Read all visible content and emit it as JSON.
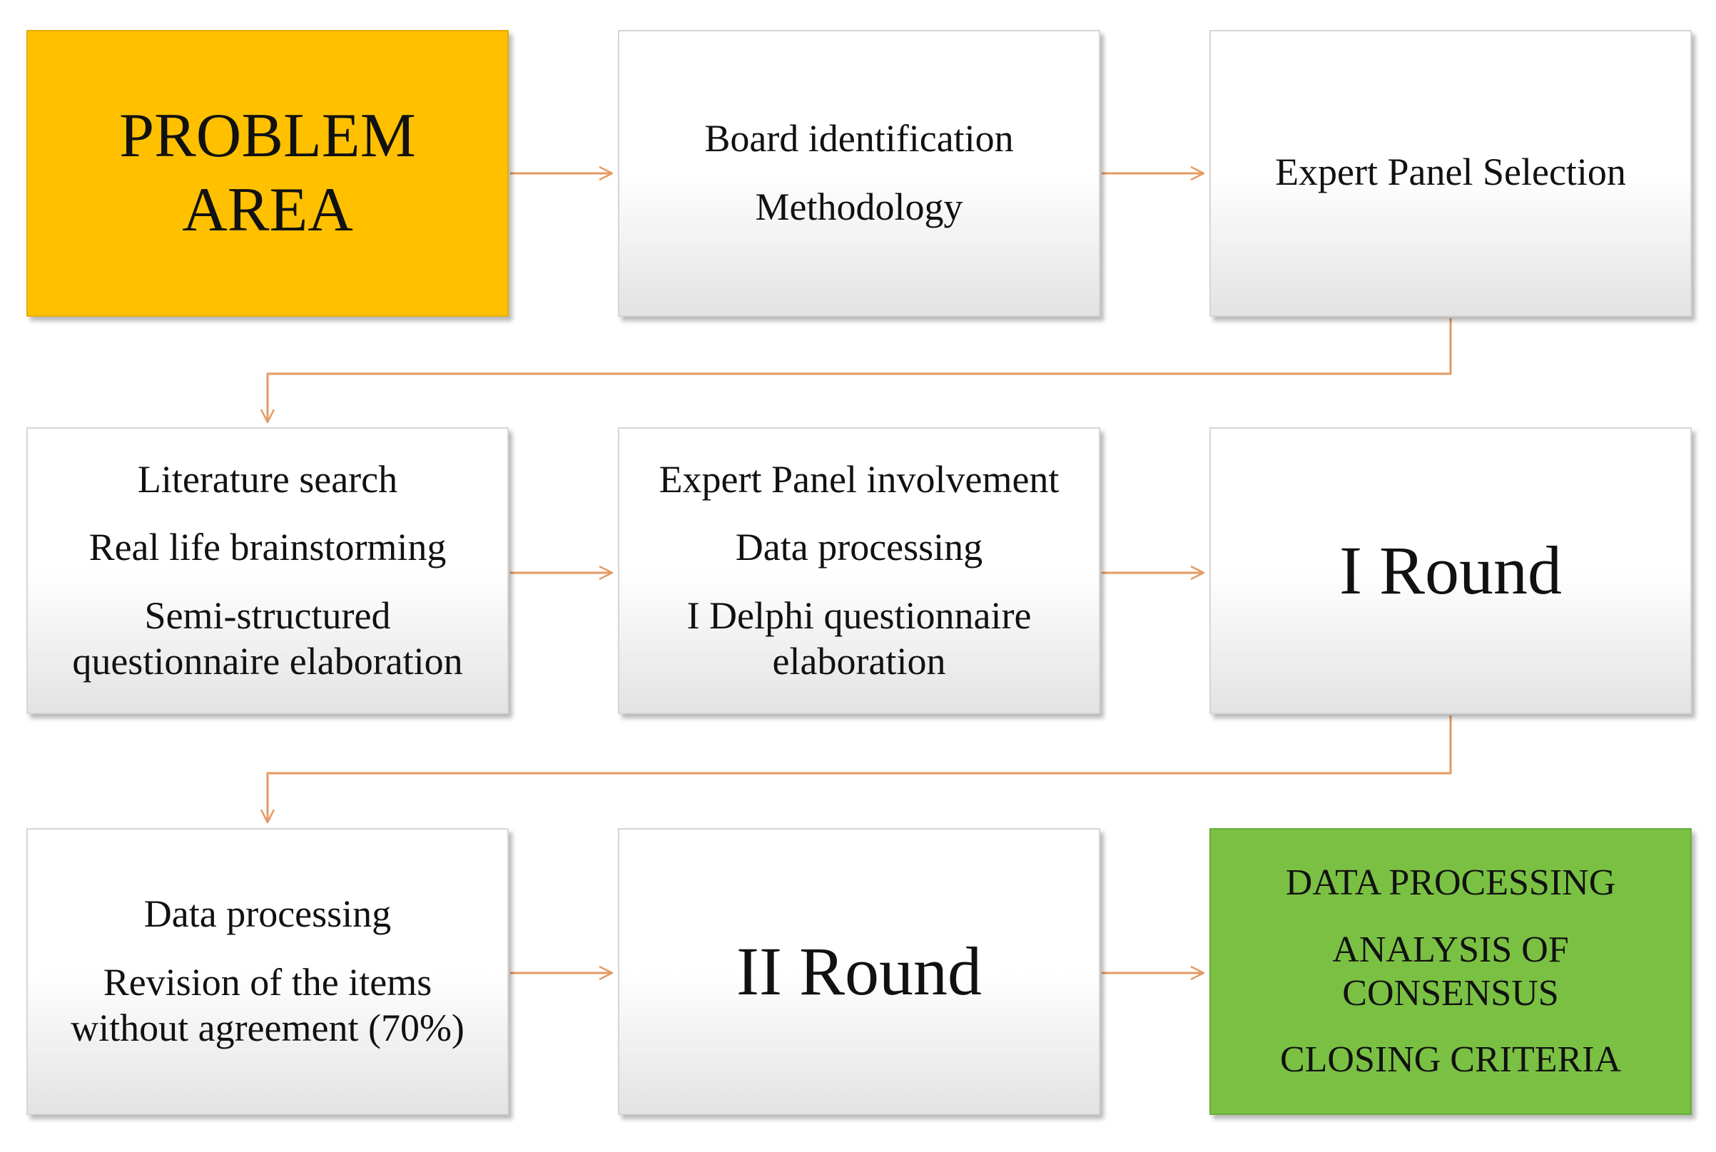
{
  "colors": {
    "accent_orange": "#ffc000",
    "accent_green": "#7ac143",
    "connector": "#e59a63"
  },
  "steps": [
    {
      "lines": [
        "PROBLEM",
        "AREA"
      ]
    },
    {
      "lines": [
        "Board identification",
        "Methodology"
      ]
    },
    {
      "lines": [
        "Expert Panel Selection"
      ]
    },
    {
      "lines": [
        "Literature search",
        "Real life brainstorming",
        "Semi-structured questionnaire elaboration"
      ]
    },
    {
      "lines": [
        "Expert Panel involvement",
        "Data processing",
        "I Delphi questionnaire elaboration"
      ]
    },
    {
      "lines": [
        "I Round"
      ]
    },
    {
      "lines": [
        "Data processing",
        "Revision of the items without agreement (70%)"
      ]
    },
    {
      "lines": [
        "II Round"
      ]
    },
    {
      "lines": [
        "DATA PROCESSING",
        "ANALYSIS OF CONSENSUS",
        "CLOSING CRITERIA"
      ]
    }
  ]
}
